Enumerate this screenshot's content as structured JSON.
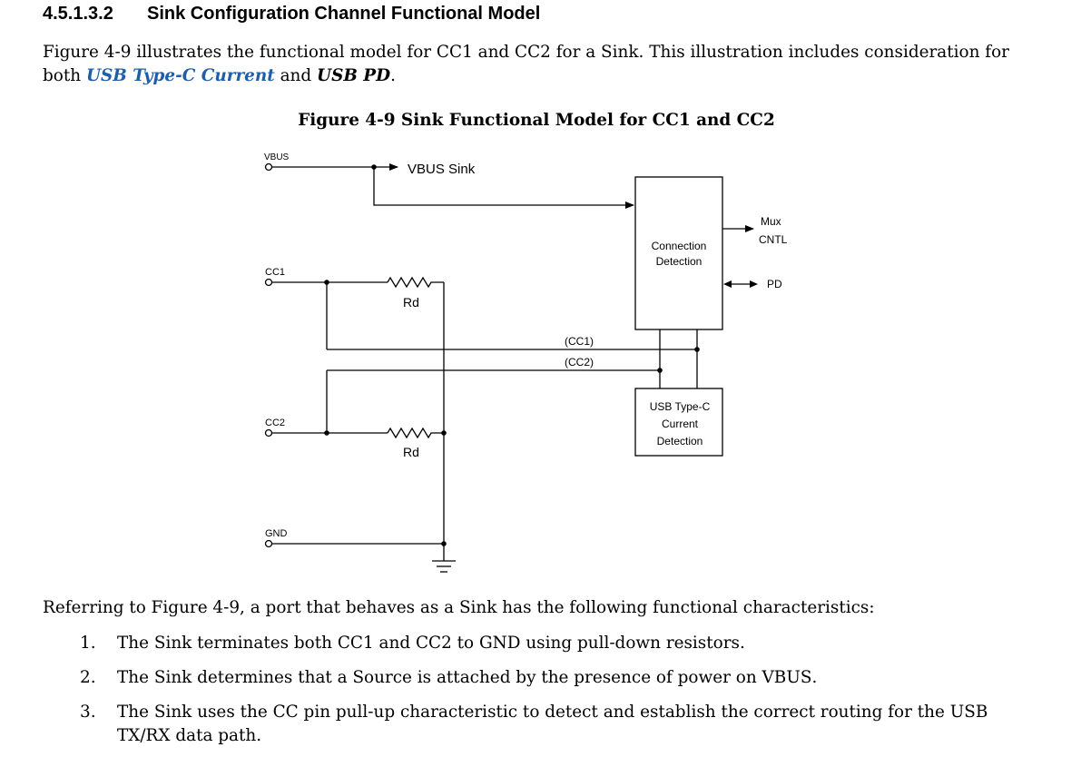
{
  "section": {
    "number": "4.5.1.3.2",
    "title": "Sink Configuration Channel Functional Model"
  },
  "intro": {
    "before": "Figure 4-9 illustrates the functional model for CC1 and CC2 for a Sink.  This illustration includes consideration for both ",
    "link": "USB Type-C Current",
    "middle": " and ",
    "bold": "USB PD",
    "after": "."
  },
  "figure": {
    "caption": "Figure 4-9  Sink Functional Model for CC1 and CC2",
    "labels": {
      "vbus_pin": "VBUS",
      "vbus_sink": "VBUS Sink",
      "cc1_pin": "CC1",
      "cc2_pin": "CC2",
      "gnd_pin": "GND",
      "rd_top": "Rd",
      "rd_bottom": "Rd",
      "cc1_bus": "(CC1)",
      "cc2_bus": "(CC2)",
      "connection_detection_1": "Connection",
      "connection_detection_2": "Detection",
      "usb_current_1": "USB Type-C",
      "usb_current_2": "Current",
      "usb_current_3": "Detection",
      "mux_1": "Mux",
      "mux_2": "CNTL",
      "pd": "PD"
    }
  },
  "referring": "Referring to Figure 4-9, a port that behaves as a Sink has the following functional characteristics:",
  "list": [
    {
      "num": "1.",
      "text": "The Sink terminates both CC1 and CC2 to GND using pull-down resistors."
    },
    {
      "num": "2.",
      "before": "The Sink determines that a Source is attached by the presence of power on ",
      "sc": "VBUS",
      "after": "."
    },
    {
      "num": "3.",
      "text": "The Sink uses the CC pin pull-up characteristic to detect and establish the correct routing for the USB TX/RX data path."
    }
  ]
}
